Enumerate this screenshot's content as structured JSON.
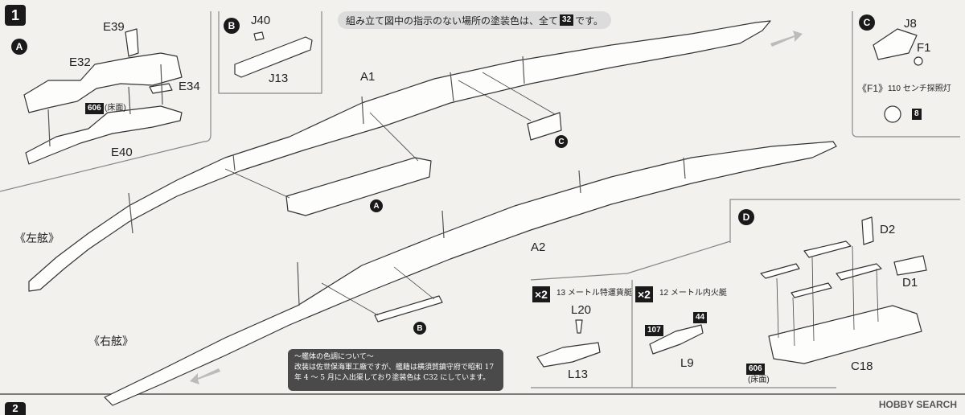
{
  "step": {
    "number": "1",
    "next_number": "2"
  },
  "notice": {
    "prefix": "組み立て図中の指示のない場所の塗装色は、全て",
    "color_code": "32",
    "suffix": "です。"
  },
  "panels": {
    "a": {
      "marker": "A",
      "parts": [
        "E39",
        "E32",
        "E34",
        "E40"
      ],
      "color_code": "606",
      "color_note": "(床面)"
    },
    "b": {
      "marker": "B",
      "parts": [
        "J40",
        "J13"
      ]
    },
    "c": {
      "marker": "C",
      "parts": [
        "J8",
        "F1"
      ],
      "sub_label": "《F1》",
      "sub_desc": "110 センチ探照灯",
      "color_code": "8"
    },
    "d": {
      "marker": "D",
      "parts": [
        "D2",
        "D1",
        "C18"
      ],
      "color_code": "606",
      "color_note": "(床面)"
    }
  },
  "hull": {
    "left_label": "《左舷》",
    "right_label": "《右舷》",
    "left_part": "A1",
    "right_part": "A2",
    "callouts": [
      "C",
      "A",
      "B"
    ]
  },
  "boats": {
    "multiplier": "×2",
    "boat1": {
      "desc": "13 メートル特運貨艇",
      "parts": [
        "L20",
        "L13"
      ]
    },
    "boat2": {
      "desc": "12 メートル内火艇",
      "parts": [
        "L9"
      ],
      "color_codes": [
        "107",
        "44"
      ]
    }
  },
  "note": {
    "title": "～艦体の色調について～",
    "body": "改装は佐世保海軍工廠ですが、艦籍は横須賀鎮守府で昭和 17 年 4 ～ 5 月に入出渠しており塗装色は C32 にしています。"
  },
  "watermark": "HOBBY SEARCH"
}
